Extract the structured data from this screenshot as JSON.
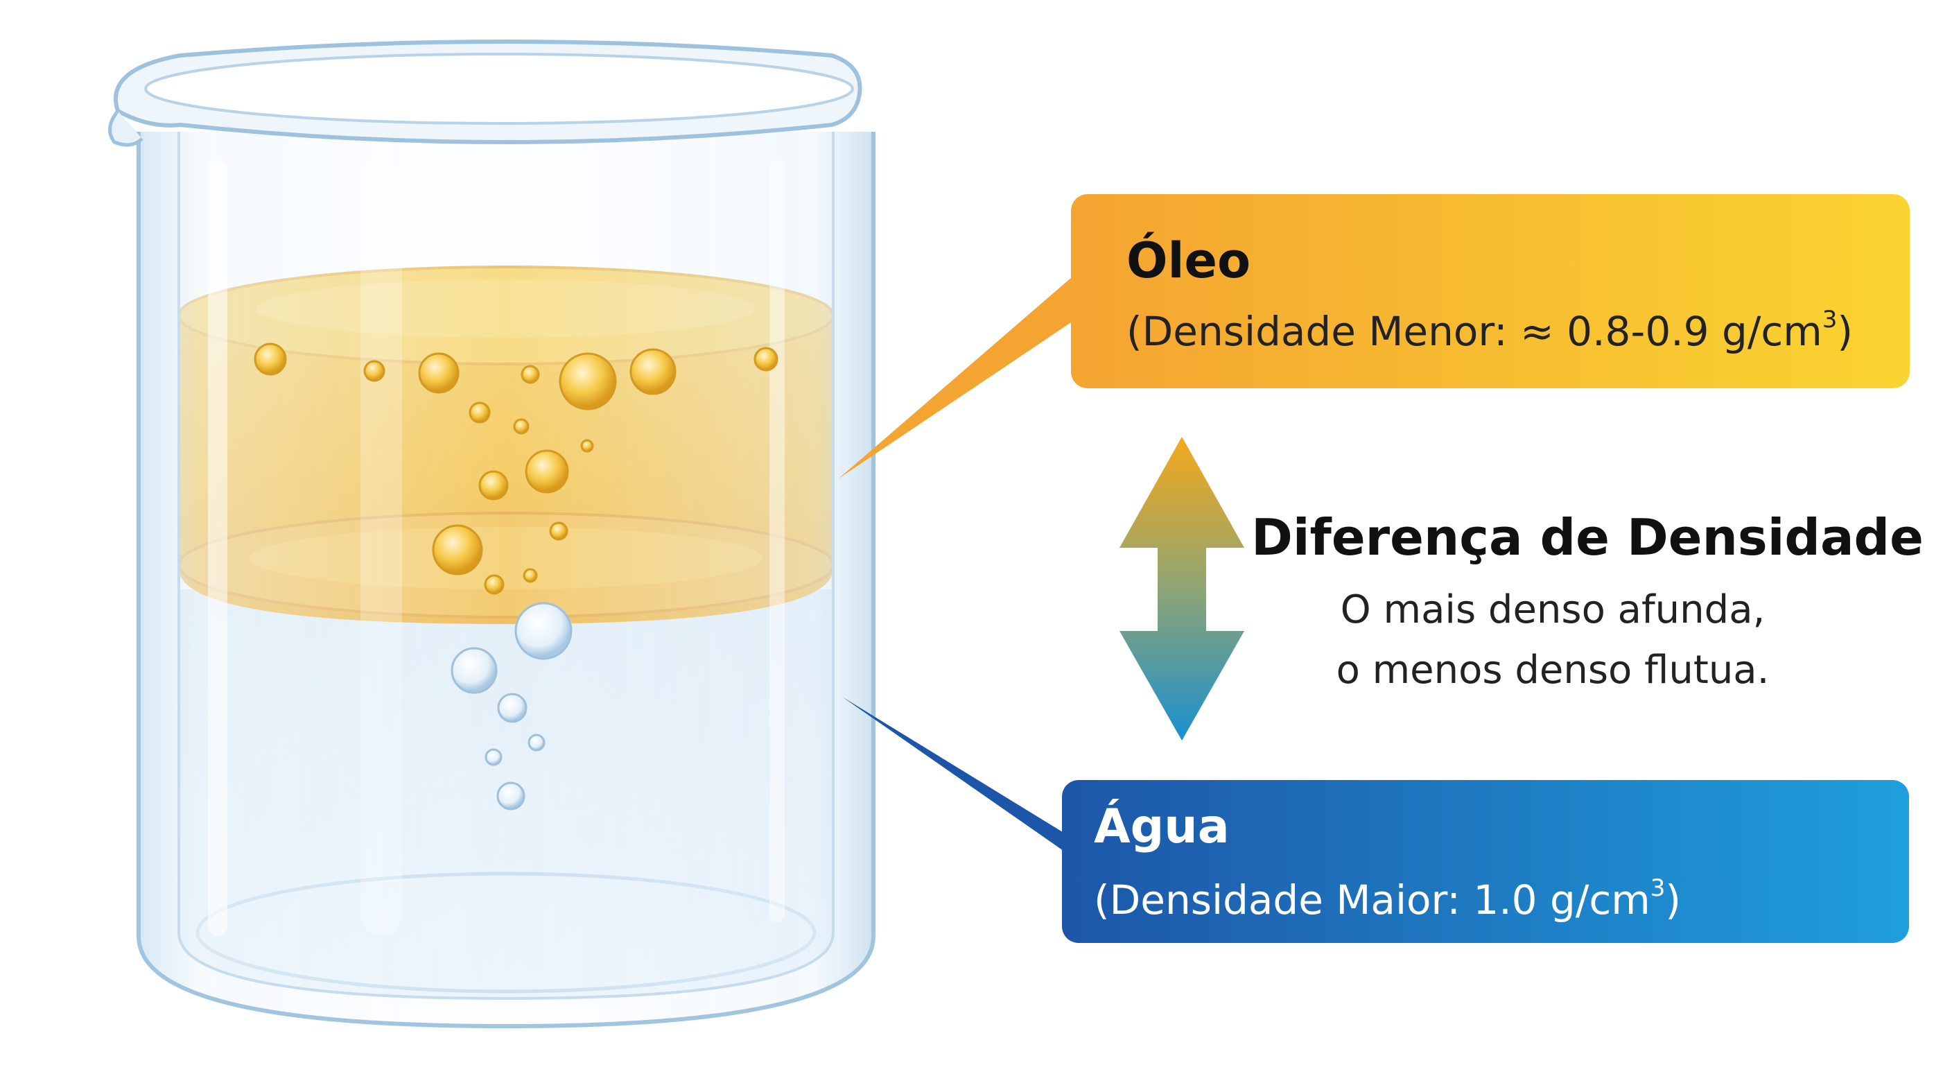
{
  "oil": {
    "title": "Óleo",
    "subtitle": "(Densidade Menor: ≈ 0.8-0.9 g/cm",
    "sup": "3",
    "close": ")"
  },
  "water": {
    "title": "Água",
    "subtitle": "(Densidade Maior: 1.0 g/cm",
    "sup": "3",
    "close": ")"
  },
  "difference": {
    "title": "Diferença de Densidade",
    "line1": "O mais denso afunda,",
    "line2": "o menos denso flutua."
  },
  "colors": {
    "oil_box_start": "#f4a431",
    "oil_box_end": "#fad431",
    "water_box_start": "#1d56a8",
    "water_box_end": "#1f9fdc",
    "arrow_top": "#f5a81c",
    "arrow_bottom": "#1a8fd0"
  }
}
